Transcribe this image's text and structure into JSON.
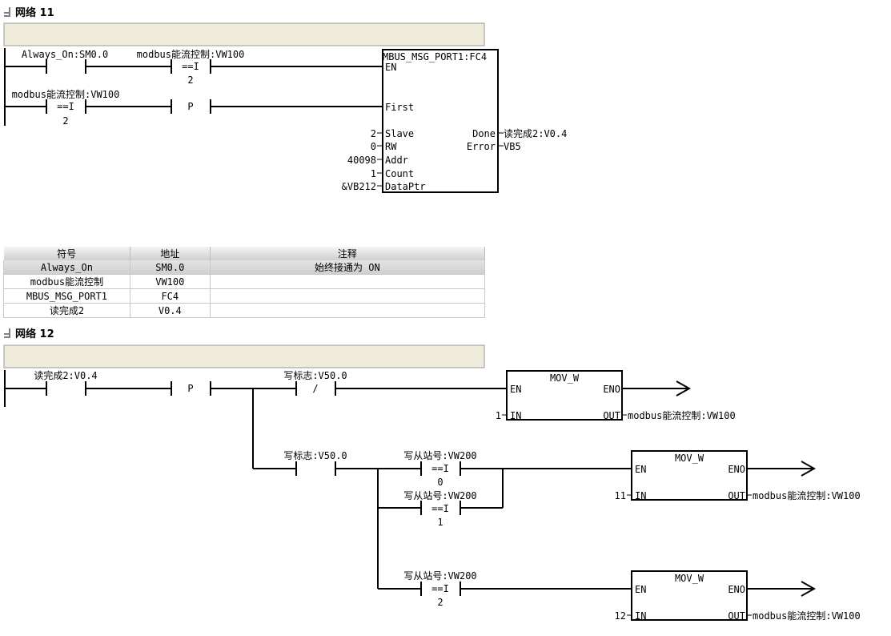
{
  "network11": {
    "title": "网络 11",
    "contact_always_on": "Always_On:SM0.0",
    "compare1_label": "modbus能流控制:VW100",
    "compare1_op": "==I",
    "compare1_value": "2",
    "compare2_label": "modbus能流控制:VW100",
    "compare2_op": "==I",
    "compare2_value": "2",
    "pos_edge": "P",
    "block": {
      "title": "MBUS_MSG_PORT1:FC4",
      "en": "EN",
      "first": "First",
      "slave": "Slave",
      "rw": "RW",
      "addr": "Addr",
      "count": "Count",
      "dataptr": "DataPtr",
      "done": "Done",
      "error": "Error",
      "slave_val": "2",
      "rw_val": "0",
      "addr_val": "40098",
      "count_val": "1",
      "dataptr_val": "&VB212",
      "done_out": "读完成2:V0.4",
      "error_out": "VB5"
    }
  },
  "symbol_table": {
    "headers": [
      "符号",
      "地址",
      "注释"
    ],
    "rows": [
      [
        "Always_On",
        "SM0.0",
        "始终接通为 ON"
      ],
      [
        "modbus能流控制",
        "VW100",
        ""
      ],
      [
        "MBUS_MSG_PORT1",
        "FC4",
        ""
      ],
      [
        "读完成2",
        "V0.4",
        ""
      ]
    ]
  },
  "network12": {
    "title": "网络 12",
    "contact_read_done": "读完成2:V0.4",
    "pos_edge": "P",
    "nc_contact_label": "写标志:V50.0",
    "nc_symbol": "/",
    "no_contact_label": "写标志:V50.0",
    "cmp_a_label": "写从站号:VW200",
    "cmp_a_op": "==I",
    "cmp_a_value": "0",
    "cmp_b_label": "写从站号:VW200",
    "cmp_b_op": "==I",
    "cmp_b_value": "1",
    "cmp_c_label": "写从站号:VW200",
    "cmp_c_op": "==I",
    "cmp_c_value": "2",
    "mov1": {
      "title": "MOV_W",
      "en": "EN",
      "eno": "ENO",
      "in": "IN",
      "out": "OUT",
      "in_val": "1",
      "out_val": "modbus能流控制:VW100"
    },
    "mov2": {
      "title": "MOV_W",
      "en": "EN",
      "eno": "ENO",
      "in": "IN",
      "out": "OUT",
      "in_val": "11",
      "out_val": "modbus能流控制:VW100"
    },
    "mov3": {
      "title": "MOV_W",
      "en": "EN",
      "eno": "ENO",
      "in": "IN",
      "out": "OUT",
      "in_val": "12",
      "out_val": "modbus能流控制:VW100"
    }
  }
}
